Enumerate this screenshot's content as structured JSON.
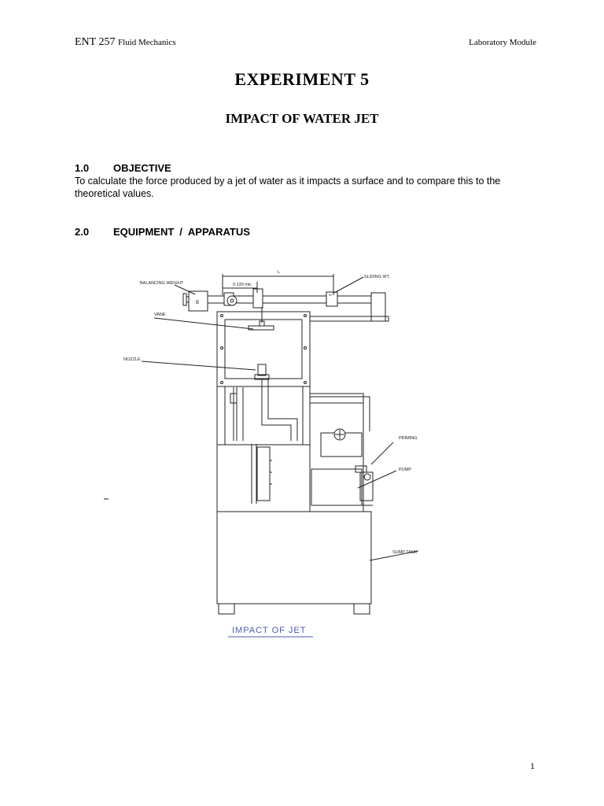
{
  "header": {
    "course_code": "ENT 257",
    "course_name": "Fluid Mechanics",
    "module": "Laboratory Module"
  },
  "experiment": {
    "number_title": "EXPERIMENT 5",
    "subject": "IMPACT OF WATER JET"
  },
  "sections": [
    {
      "number": "1.0",
      "heading": "OBJECTIVE",
      "body": "To calculate the force produced by a jet of water as it impacts a surface and to compare this to the theoretical values."
    },
    {
      "number": "2.0",
      "heading_part1": "EQUIPMENT",
      "separator": "/",
      "heading_part2": "APPARATUS"
    }
  ],
  "diagram": {
    "labels": {
      "balancing_weight": "BALANCING WEIGHT",
      "sliding_wt": "SLIDING WT.",
      "length": "L",
      "offset": "0.130 mtr.",
      "vane": "VANE",
      "nozzle": "NOZZLE",
      "priming": "PRIMING",
      "pump": "PUMP",
      "sump_tank": "SUMP TANK",
      "weight_marker": "B",
      "slider_marker": "W"
    },
    "caption": "IMPACT OF JET",
    "caption_color": "#4a5bb8"
  },
  "page_number": "1"
}
